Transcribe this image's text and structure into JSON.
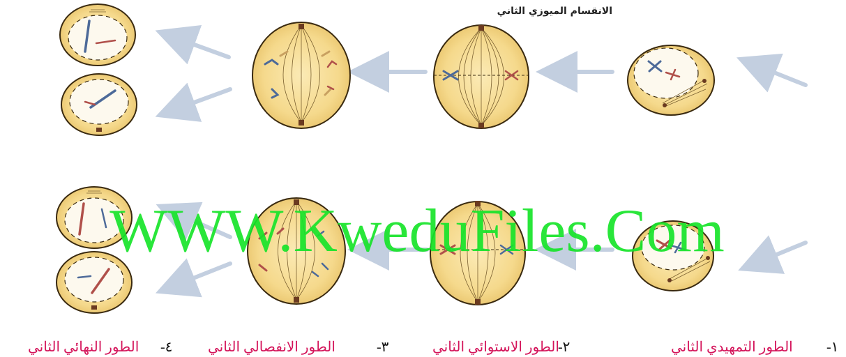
{
  "title": "الانقسام الميوزي الثاني",
  "watermark": "WWW.KweduFiles.Com",
  "captions": [
    {
      "num": "١-",
      "label": "الطور التمهيدي الثاني"
    },
    {
      "num": "٢-",
      "label": "الطور الاستوائي الثاني"
    },
    {
      "num": "٣-",
      "label": "الطور الانفصالي الثاني"
    },
    {
      "num": "٤-",
      "label": "الطور النهائي الثاني"
    }
  ],
  "colors": {
    "cell_fill": "#f5d98c",
    "cell_edge": "#3a2a10",
    "chromosome_blue": "#4d6a99",
    "chromosome_red": "#b0504a",
    "arrow": "#c3cfe0",
    "caption": "#d4145a",
    "watermark": "#17e42a"
  }
}
